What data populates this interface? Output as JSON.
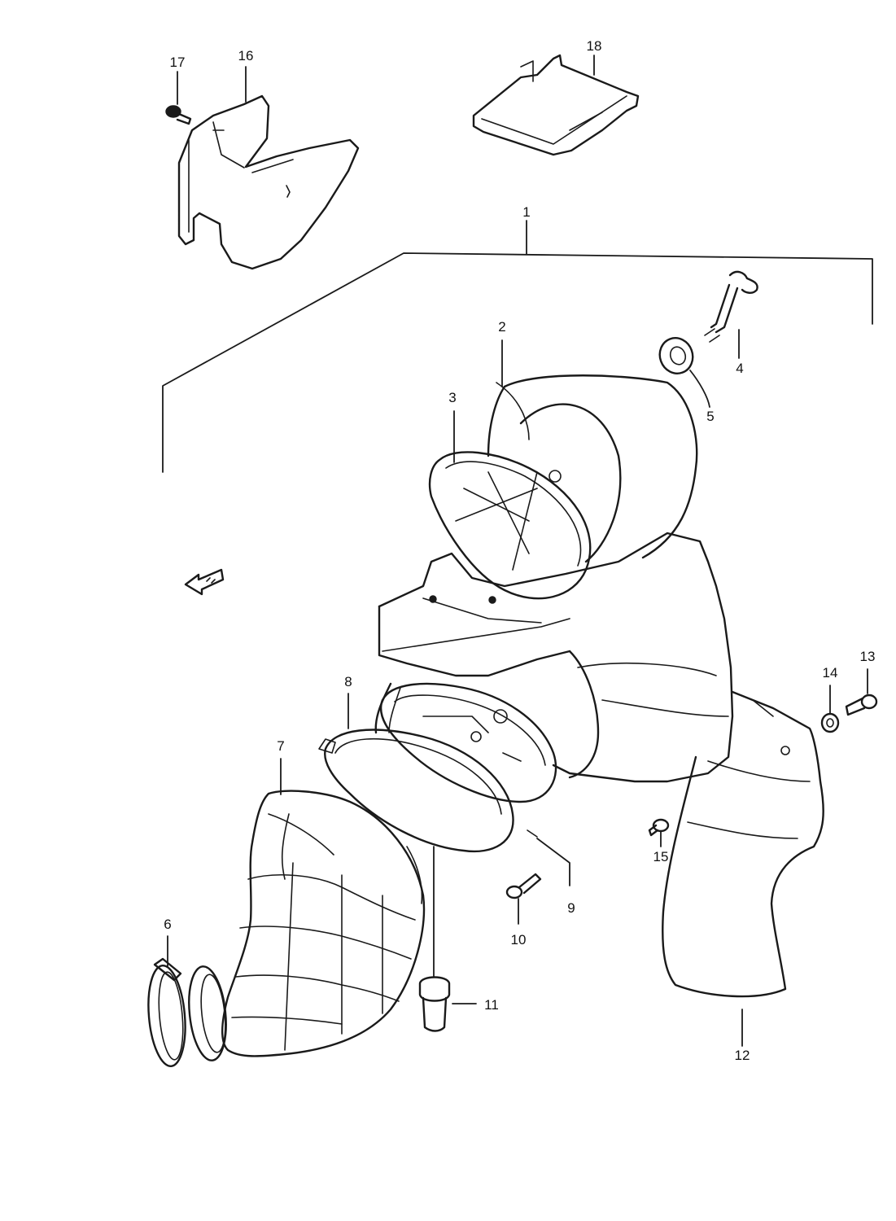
{
  "callouts": [
    {
      "id": "1",
      "label": "1"
    },
    {
      "id": "2",
      "label": "2"
    },
    {
      "id": "3",
      "label": "3"
    },
    {
      "id": "4",
      "label": "4"
    },
    {
      "id": "5",
      "label": "5"
    },
    {
      "id": "6",
      "label": "6"
    },
    {
      "id": "7",
      "label": "7"
    },
    {
      "id": "8",
      "label": "8"
    },
    {
      "id": "9",
      "label": "9"
    },
    {
      "id": "10",
      "label": "10"
    },
    {
      "id": "11",
      "label": "11"
    },
    {
      "id": "12",
      "label": "12"
    },
    {
      "id": "13",
      "label": "13"
    },
    {
      "id": "14",
      "label": "14"
    },
    {
      "id": "15",
      "label": "15"
    },
    {
      "id": "16",
      "label": "16"
    },
    {
      "id": "17",
      "label": "17"
    },
    {
      "id": "18",
      "label": "18"
    }
  ],
  "icons": {
    "forward_arrow": "front-direction-arrow-icon"
  }
}
